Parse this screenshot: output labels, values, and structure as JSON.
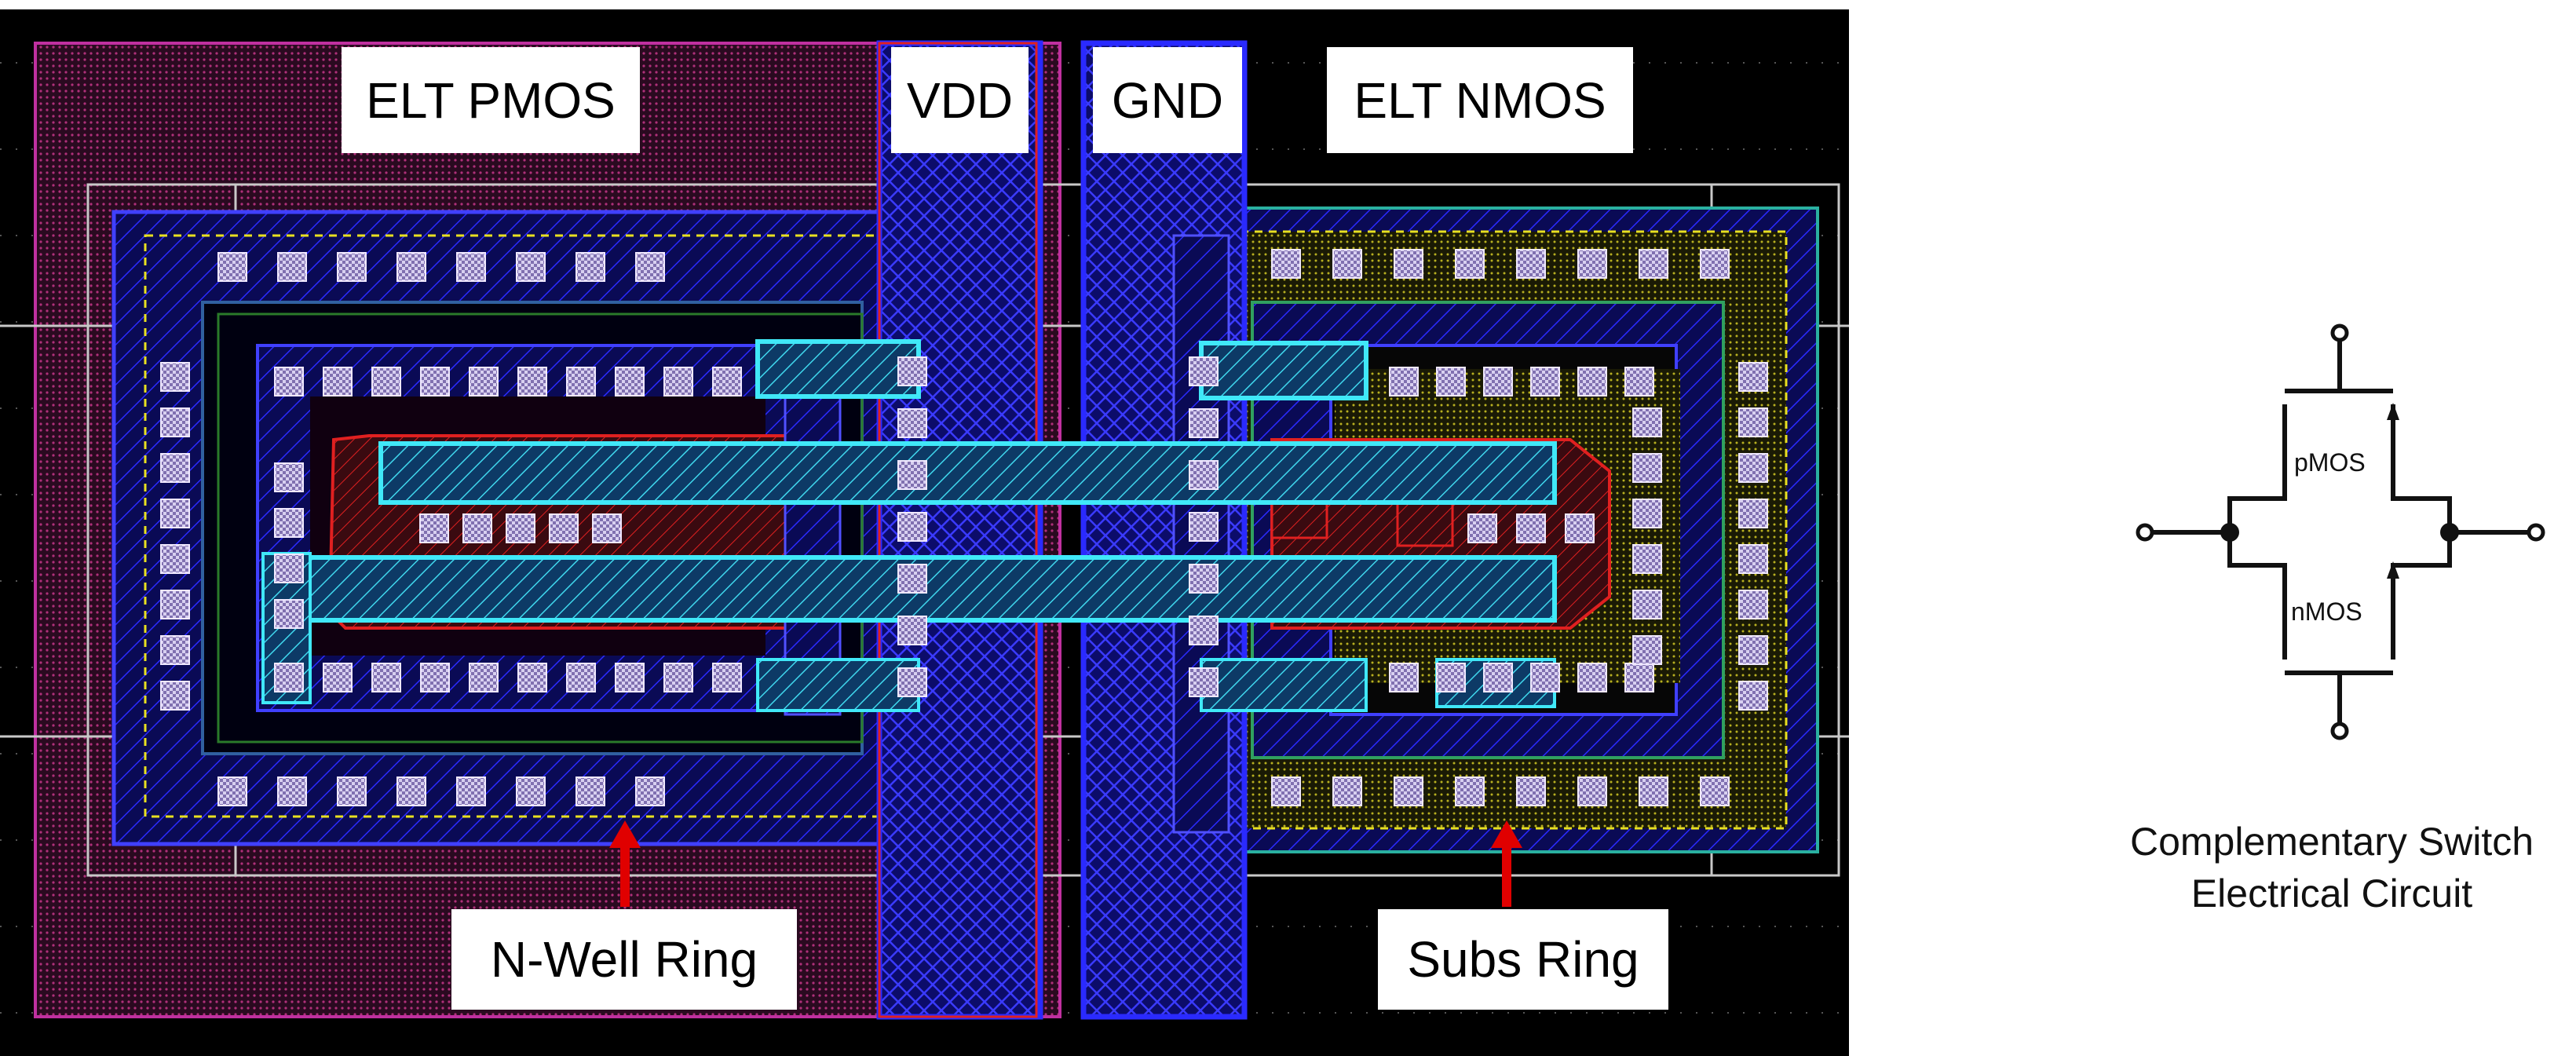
{
  "layout": {
    "labels": {
      "elt_pmos": "ELT PMOS",
      "vdd": "VDD",
      "gnd": "GND",
      "elt_nmos": "ELT NMOS",
      "nwell_ring": "N-Well Ring",
      "subs_ring": "Subs Ring"
    },
    "colors": {
      "background": "#000000",
      "metal_blue": "#1a1aff",
      "cyan": "#33e0f0",
      "magenta": "#b0207a",
      "red": "#e02020",
      "yellow": "#f0e020",
      "contact": "#c8b8e8"
    }
  },
  "circuit": {
    "pmos_label": "pMOS",
    "nmos_label": "nMOS",
    "caption_line1": "Complementary Switch",
    "caption_line2": "Electrical Circuit"
  }
}
